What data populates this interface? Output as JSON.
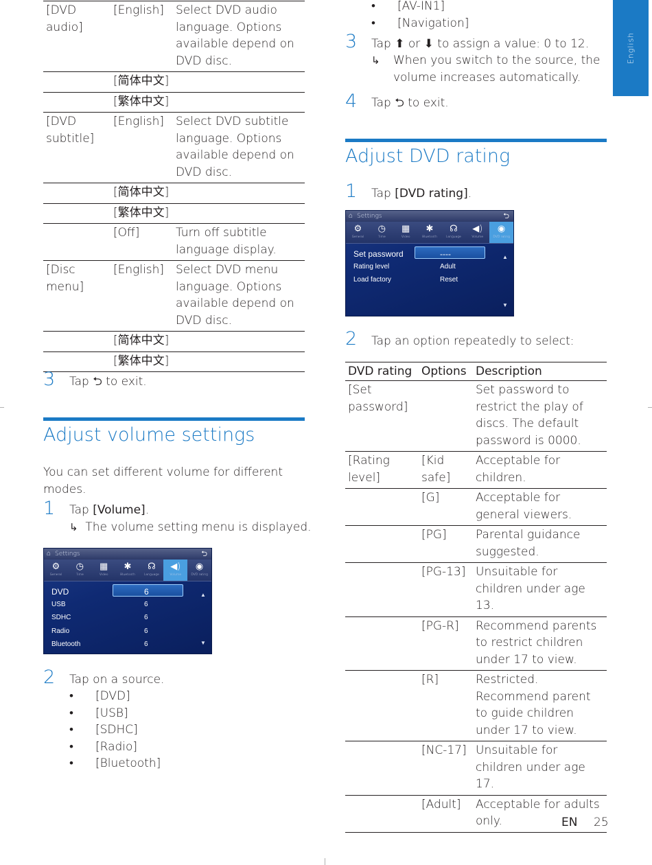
{
  "side_tab": {
    "label": "English"
  },
  "left_table": {
    "rows": [
      {
        "c1": "[DVD audio]",
        "c2": "[English]",
        "c3": "Select DVD audio language. Options available depend on DVD disc."
      },
      {
        "c1": "",
        "c2": "[简体中文]",
        "c3": ""
      },
      {
        "c1": "",
        "c2": "[繁体中文]",
        "c3": ""
      },
      {
        "c1": "[DVD subtitle]",
        "c2": "[English]",
        "c3": "Select DVD subtitle language. Options available depend on DVD disc."
      },
      {
        "c1": "",
        "c2": "[简体中文]",
        "c3": ""
      },
      {
        "c1": "",
        "c2": "[繁体中文]",
        "c3": ""
      },
      {
        "c1": "",
        "c2": "[Off]",
        "c3": "Turn off subtitle language display."
      },
      {
        "c1": "[Disc menu]",
        "c2": "[English]",
        "c3": "Select DVD menu language. Options available depend on DVD disc."
      },
      {
        "c1": "",
        "c2": "[简体中文]",
        "c3": ""
      },
      {
        "c1": "",
        "c2": "[繁体中文]",
        "c3": ""
      }
    ]
  },
  "left_step3": {
    "num": "3",
    "pre": "Tap ",
    "icon": "⮌",
    "post": " to exit."
  },
  "volume_section": {
    "heading": "Adjust volume settings",
    "intro": "You can set different volume for different modes.",
    "step1": {
      "num": "1",
      "pre": "Tap ",
      "bold": "[Volume]",
      "post": ".",
      "result": "The volume setting menu is displayed."
    },
    "screen": {
      "title": "Settings",
      "icons": [
        {
          "glyph": "⚙",
          "label": "General"
        },
        {
          "glyph": "◷",
          "label": "Time"
        },
        {
          "glyph": "▦",
          "label": "Video"
        },
        {
          "glyph": "✱",
          "label": "Bluetooth"
        },
        {
          "glyph": "☊",
          "label": "Language"
        },
        {
          "glyph": "◀)",
          "label": "Volume"
        },
        {
          "glyph": "◉",
          "label": "DVD rating"
        }
      ],
      "rows": [
        {
          "name": "DVD",
          "value": "6"
        },
        {
          "name": "USB",
          "value": "6"
        },
        {
          "name": "SDHC",
          "value": "6"
        },
        {
          "name": "Radio",
          "value": "6"
        },
        {
          "name": "Bluetooth",
          "value": "6"
        }
      ]
    },
    "step2": {
      "num": "2",
      "text": "Tap on a source."
    },
    "sources": [
      "[DVD]",
      "[USB]",
      "[SDHC]",
      "[Radio]",
      "[Bluetooth]"
    ]
  },
  "right_top": {
    "bullets": [
      "[AV-IN1]",
      "[Navigation]"
    ],
    "step3": {
      "num": "3",
      "pre": "Tap ",
      "up": "⬆",
      "mid": " or ",
      "down": "⬇",
      "post": " to assign a value: 0 to 12.",
      "result": "When you switch to the source, the volume increases automatically."
    },
    "step4": {
      "num": "4",
      "pre": "Tap ",
      "icon": "⮌",
      "post": " to exit."
    }
  },
  "rating_section": {
    "heading": "Adjust DVD rating",
    "step1": {
      "num": "1",
      "pre": "Tap ",
      "bold": "[DVD rating]",
      "post": "."
    },
    "screen": {
      "title": "Settings",
      "icons": [
        {
          "glyph": "⚙",
          "label": "General"
        },
        {
          "glyph": "◷",
          "label": "Time"
        },
        {
          "glyph": "▦",
          "label": "Video"
        },
        {
          "glyph": "✱",
          "label": "Bluetooth"
        },
        {
          "glyph": "☊",
          "label": "Language"
        },
        {
          "glyph": "◀)",
          "label": "Volume"
        },
        {
          "glyph": "◉",
          "label": "DVD rating"
        }
      ],
      "rows": [
        {
          "name": "Set password",
          "value": "----"
        },
        {
          "name": "Rating level",
          "value": "Adult"
        },
        {
          "name": "Load factory",
          "value": "Reset"
        }
      ]
    },
    "step2": {
      "num": "2",
      "text": "Tap an option repeatedly to select:"
    },
    "table": {
      "headers": [
        "DVD rating",
        "Options",
        "Description"
      ],
      "rows": [
        {
          "c1": "[Set password]",
          "c2": "",
          "c3": "Set password to restrict the play of discs. The default password is 0000."
        },
        {
          "c1": "[Rating level]",
          "c2": "[Kid safe]",
          "c3": "Acceptable for children."
        },
        {
          "c1": "",
          "c2": "[G]",
          "c3": "Acceptable for general viewers."
        },
        {
          "c1": "",
          "c2": "[PG]",
          "c3": "Parental guidance suggested."
        },
        {
          "c1": "",
          "c2": "[PG-13]",
          "c3": "Unsuitable for children under age 13."
        },
        {
          "c1": "",
          "c2": "[PG-R]",
          "c3": "Recommend parents to restrict children under 17 to view."
        },
        {
          "c1": "",
          "c2": "[R]",
          "c3": "Restricted. Recommend parent to guide children under 17 to view."
        },
        {
          "c1": "",
          "c2": "[NC-17]",
          "c3": "Unsuitable for children under age 17."
        },
        {
          "c1": "",
          "c2": "[Adult]",
          "c3": "Acceptable for adults only."
        }
      ]
    }
  },
  "footer": {
    "lang": "EN",
    "page": "25"
  },
  "colors": {
    "accent": "#1b7ac5",
    "text": "#231f20"
  },
  "icons": {
    "result_arrow": "↳",
    "back": "⮌",
    "home": "⌂",
    "scroll_up": "▲",
    "scroll_down": "▼"
  }
}
